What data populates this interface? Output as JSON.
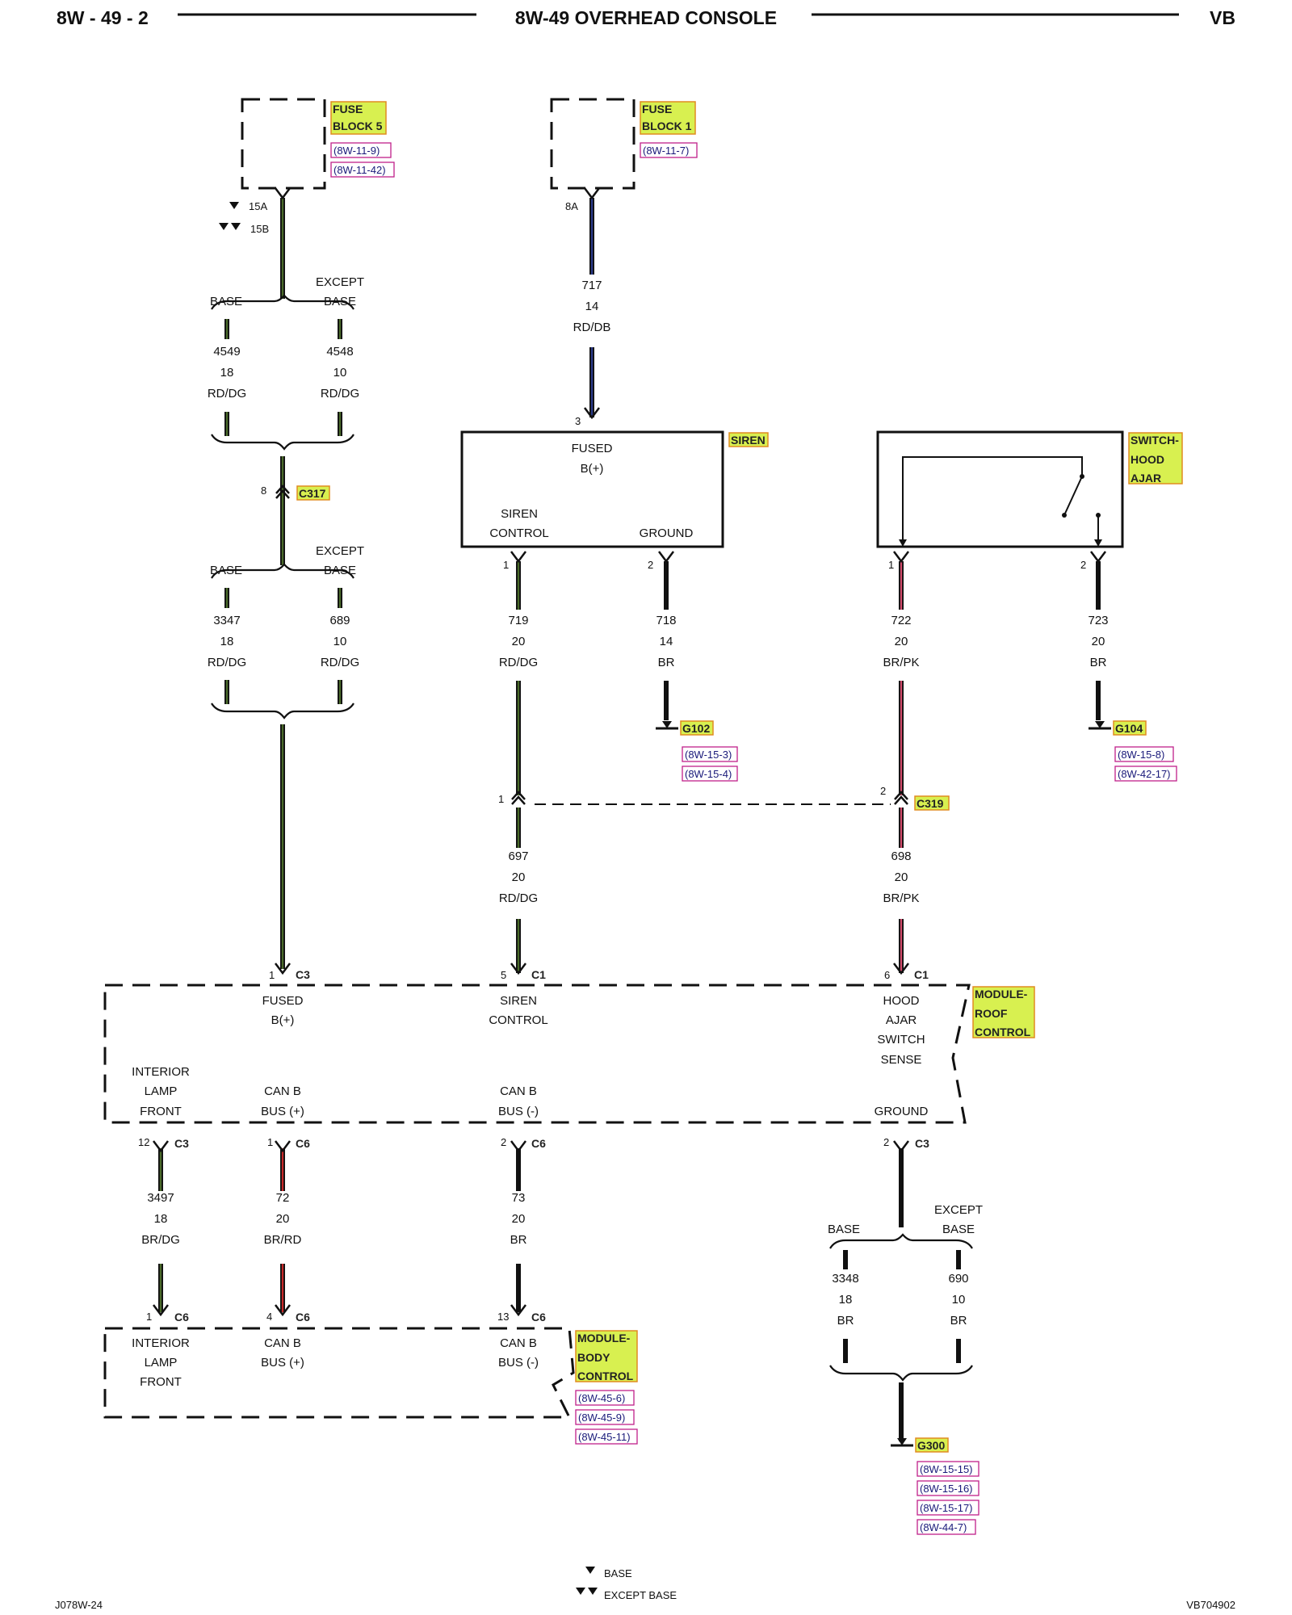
{
  "header": {
    "left": "8W - 49 - 2",
    "center": "8W-49 OVERHEAD CONSOLE",
    "right": "VB"
  },
  "footer": {
    "left": "J078W-24",
    "right": "VB704902",
    "legend_base": "BASE",
    "legend_except_base": "EXCEPT BASE"
  },
  "fuse_block_5": {
    "label_line1": "FUSE",
    "label_line2": "BLOCK 5",
    "refs": [
      "(8W-11-9)",
      "(8W-11-42)"
    ],
    "pin_base": "15A",
    "pin_except": "15B"
  },
  "fuse_block_1": {
    "label_line1": "FUSE",
    "label_line2": "BLOCK 1",
    "refs": [
      "(8W-11-7)"
    ],
    "pin": "8A"
  },
  "variants": {
    "base": "BASE",
    "except": "EXCEPT",
    "except_base": "BASE"
  },
  "wires": {
    "w4549": {
      "circuit": "4549",
      "gauge": "18",
      "color": "RD/DG"
    },
    "w4548": {
      "circuit": "4548",
      "gauge": "10",
      "color": "RD/DG"
    },
    "w3347": {
      "circuit": "3347",
      "gauge": "18",
      "color": "RD/DG"
    },
    "w689": {
      "circuit": "689",
      "gauge": "10",
      "color": "RD/DG"
    },
    "w717": {
      "circuit": "717",
      "gauge": "14",
      "color": "RD/DB"
    },
    "w719": {
      "circuit": "719",
      "gauge": "20",
      "color": "RD/DG"
    },
    "w718": {
      "circuit": "718",
      "gauge": "14",
      "color": "BR"
    },
    "w722": {
      "circuit": "722",
      "gauge": "20",
      "color": "BR/PK"
    },
    "w723": {
      "circuit": "723",
      "gauge": "20",
      "color": "BR"
    },
    "w697": {
      "circuit": "697",
      "gauge": "20",
      "color": "RD/DG"
    },
    "w698": {
      "circuit": "698",
      "gauge": "20",
      "color": "BR/PK"
    },
    "w3497": {
      "circuit": "3497",
      "gauge": "18",
      "color": "BR/DG"
    },
    "w72": {
      "circuit": "72",
      "gauge": "20",
      "color": "BR/RD"
    },
    "w73": {
      "circuit": "73",
      "gauge": "20",
      "color": "BR"
    },
    "w3348": {
      "circuit": "3348",
      "gauge": "18",
      "color": "BR"
    },
    "w690": {
      "circuit": "690",
      "gauge": "10",
      "color": "BR"
    }
  },
  "connectors": {
    "c317": {
      "name": "C317",
      "pin": "8"
    },
    "c319": {
      "name": "C319",
      "pin_left": "1",
      "pin_right": "2"
    }
  },
  "siren": {
    "name": "SIREN",
    "fused_line1": "FUSED",
    "fused_line2": "B(+)",
    "control_line1": "SIREN",
    "control_line2": "CONTROL",
    "ground": "GROUND",
    "pin_in": "3",
    "pin_control": "1",
    "pin_ground": "2"
  },
  "switch_hood_ajar": {
    "name_line1": "SWITCH-",
    "name_line2": "HOOD",
    "name_line3": "AJAR",
    "pin1": "1",
    "pin2": "2"
  },
  "grounds": {
    "g102": {
      "name": "G102",
      "refs": [
        "(8W-15-3)",
        "(8W-15-4)"
      ]
    },
    "g104": {
      "name": "G104",
      "refs": [
        "(8W-15-8)",
        "(8W-42-17)"
      ]
    },
    "g300": {
      "name": "G300",
      "refs": [
        "(8W-15-15)",
        "(8W-15-16)",
        "(8W-15-17)",
        "(8W-44-7)"
      ]
    }
  },
  "roof_module": {
    "name_line1": "MODULE-",
    "name_line2": "ROOF",
    "name_line3": "CONTROL",
    "fused_line1": "FUSED",
    "fused_line2": "B(+)",
    "fused_pin": "1",
    "fused_conn": "C3",
    "siren_line1": "SIREN",
    "siren_line2": "CONTROL",
    "siren_pin": "5",
    "siren_conn": "C1",
    "hood_line1": "HOOD",
    "hood_line2": "AJAR",
    "hood_line3": "SWITCH",
    "hood_line4": "SENSE",
    "hood_pin": "6",
    "hood_conn": "C1",
    "lamp_line1": "INTERIOR",
    "lamp_line2": "LAMP",
    "lamp_line3": "FRONT",
    "lamp_pin": "12",
    "lamp_conn": "C3",
    "canp_line1": "CAN B",
    "canp_line2": "BUS (+)",
    "canp_pin": "1",
    "canp_conn": "C6",
    "canm_line1": "CAN B",
    "canm_line2": "BUS (-)",
    "canm_pin": "2",
    "canm_conn": "C6",
    "ground": "GROUND",
    "ground_pin": "2",
    "ground_conn": "C3"
  },
  "body_module": {
    "name_line1": "MODULE-",
    "name_line2": "BODY",
    "name_line3": "CONTROL",
    "refs": [
      "(8W-45-6)",
      "(8W-45-9)",
      "(8W-45-11)"
    ],
    "lamp_line1": "INTERIOR",
    "lamp_line2": "LAMP",
    "lamp_line3": "FRONT",
    "lamp_pin": "1",
    "lamp_conn": "C6",
    "canp_line1": "CAN B",
    "canp_line2": "BUS (+)",
    "canp_pin": "4",
    "canp_conn": "C6",
    "canm_line1": "CAN B",
    "canm_line2": "BUS (-)",
    "canm_pin": "13",
    "canm_conn": "C6"
  },
  "colors": {
    "red": "#c62828",
    "black": "#111111",
    "pink": "#d24a6a",
    "dark_green": "#4a6a2a",
    "dark_blue": "#2a3a8a",
    "highlight": "#d8f050"
  }
}
